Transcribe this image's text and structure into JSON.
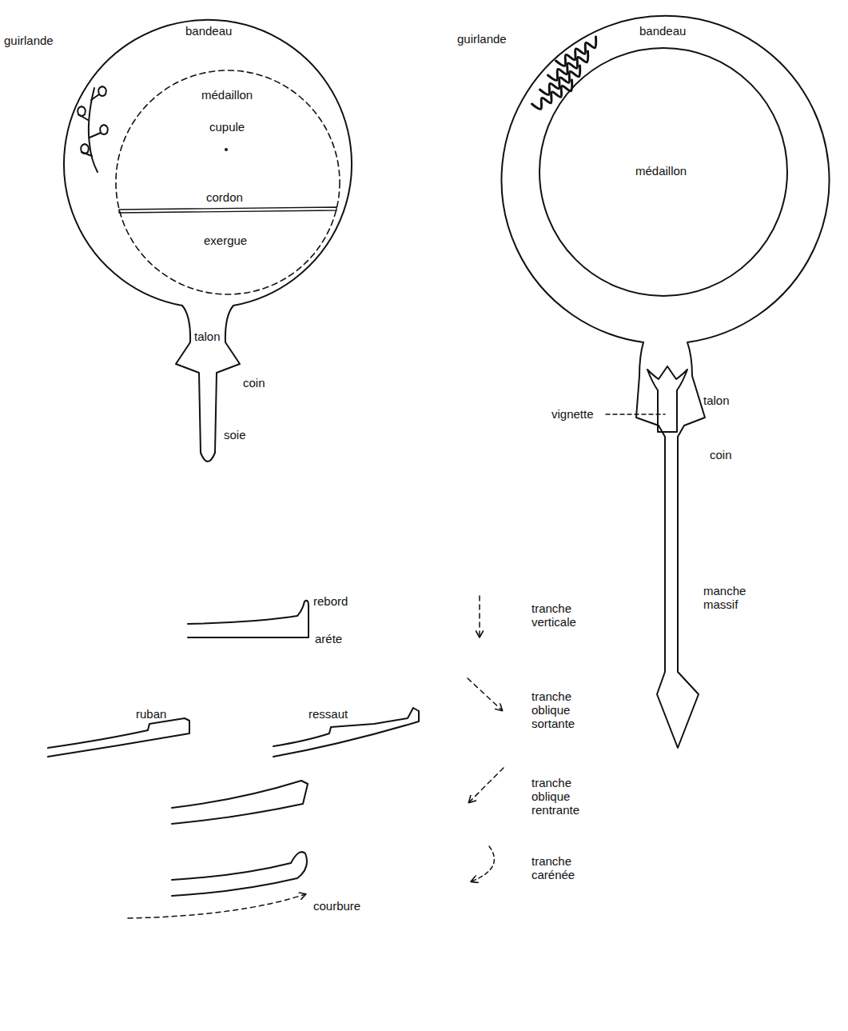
{
  "diagram": {
    "labels": [
      "bandeau",
      "guirlande",
      "médaillon",
      "cupule",
      "cordon",
      "exergue",
      "talon",
      "coin",
      "soie",
      "bandeau",
      "guirlande",
      "médaillon",
      "vignette",
      "talon",
      "coin",
      "manche massif",
      "rebord",
      "aréte",
      "ruban",
      "ressaut",
      "tranche verticale",
      "tranche oblique sortante",
      "tranche oblique rentrante",
      "tranche carénée",
      "courbure"
    ]
  }
}
